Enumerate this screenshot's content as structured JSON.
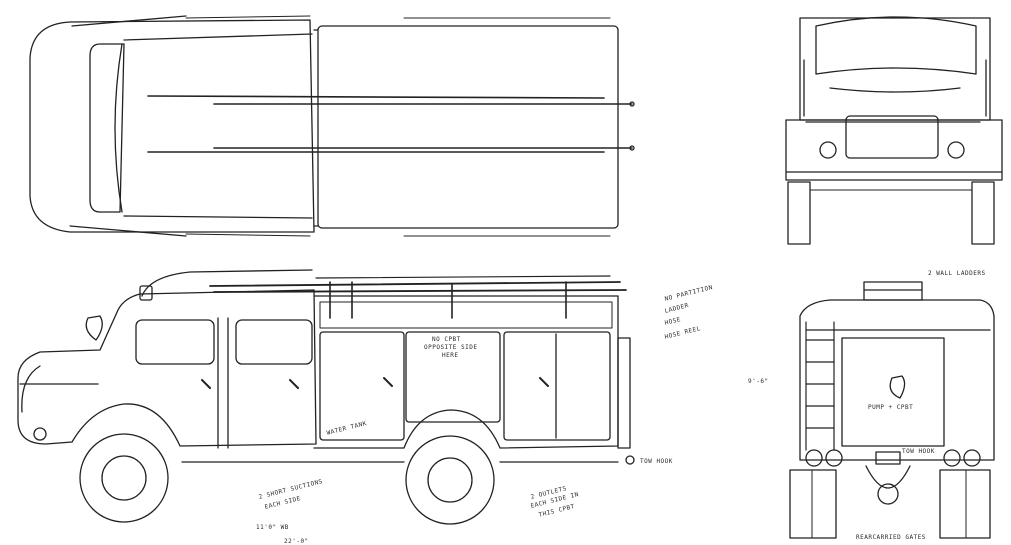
{
  "annotations": {
    "no_partition": "No partition",
    "ladder": "ladder",
    "hose": "hose",
    "hose_reel": "Hose reel",
    "wall_ladders": "2 wall ladders",
    "no_cpbt": "No cpbt",
    "opposite_side": "opposite side",
    "here": "here",
    "water_tank": "water tank",
    "tow_hook": "Tow hook",
    "short_suctions": "2 short suctions",
    "each_side": "each side",
    "outlets": "2 outlets",
    "each_side_in": "each side in",
    "this_cpbt": "this cpbt",
    "wheelbase": "11'0\" WB",
    "overall": "22'-0\"",
    "height": "9'-6\"",
    "pump_cpbt": "pump + cpbt",
    "tow_hook_rear": "tow hook",
    "rear_caption": "rearcarried gates"
  }
}
